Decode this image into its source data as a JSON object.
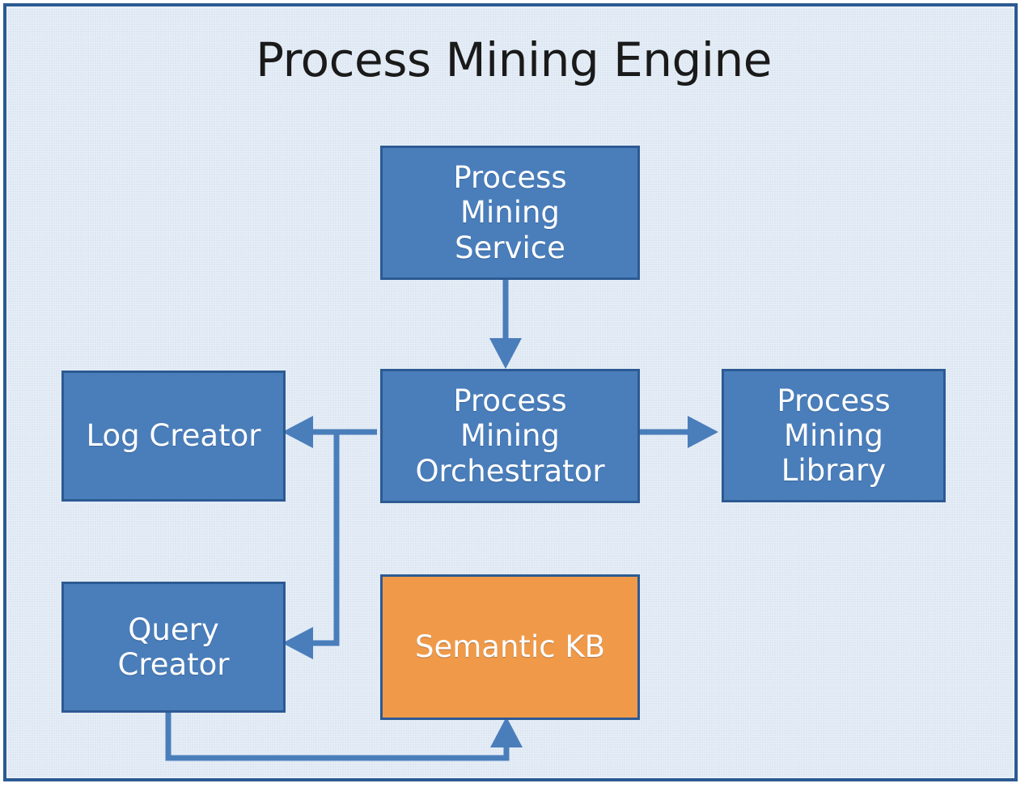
{
  "diagram": {
    "title": "Process Mining Engine",
    "colors": {
      "frame_border": "#2c5a93",
      "frame_background": "#dde7f3",
      "node_blue": "#4a7ebb",
      "node_orange": "#f09a49",
      "node_border": "#2c5a93",
      "connector": "#4a7ebb",
      "title_text": "#1a1a1a",
      "node_text": "#ffffff"
    },
    "nodes": [
      {
        "id": "pm-service",
        "label": "Process\nMining\nService",
        "type": "blue"
      },
      {
        "id": "pm-orchestrator",
        "label": "Process\nMining\nOrchestrator",
        "type": "blue"
      },
      {
        "id": "log-creator",
        "label": "Log Creator",
        "type": "blue"
      },
      {
        "id": "pm-library",
        "label": "Process\nMining\nLibrary",
        "type": "blue"
      },
      {
        "id": "query-creator",
        "label": "Query\nCreator",
        "type": "blue"
      },
      {
        "id": "semantic-kb",
        "label": "Semantic KB",
        "type": "orange"
      }
    ],
    "edges": [
      {
        "id": "service-to-orchestrator",
        "from": "pm-service",
        "to": "pm-orchestrator",
        "direction": "down"
      },
      {
        "id": "orchestrator-to-library",
        "from": "pm-orchestrator",
        "to": "pm-library",
        "direction": "right"
      },
      {
        "id": "orchestrator-to-log",
        "from": "pm-orchestrator",
        "to": "log-creator",
        "direction": "left"
      },
      {
        "id": "orchestrator-to-query",
        "from": "pm-orchestrator",
        "to": "query-creator",
        "direction": "left-down"
      },
      {
        "id": "query-to-semantic-kb",
        "from": "query-creator",
        "to": "semantic-kb",
        "direction": "down-right-up"
      }
    ]
  }
}
